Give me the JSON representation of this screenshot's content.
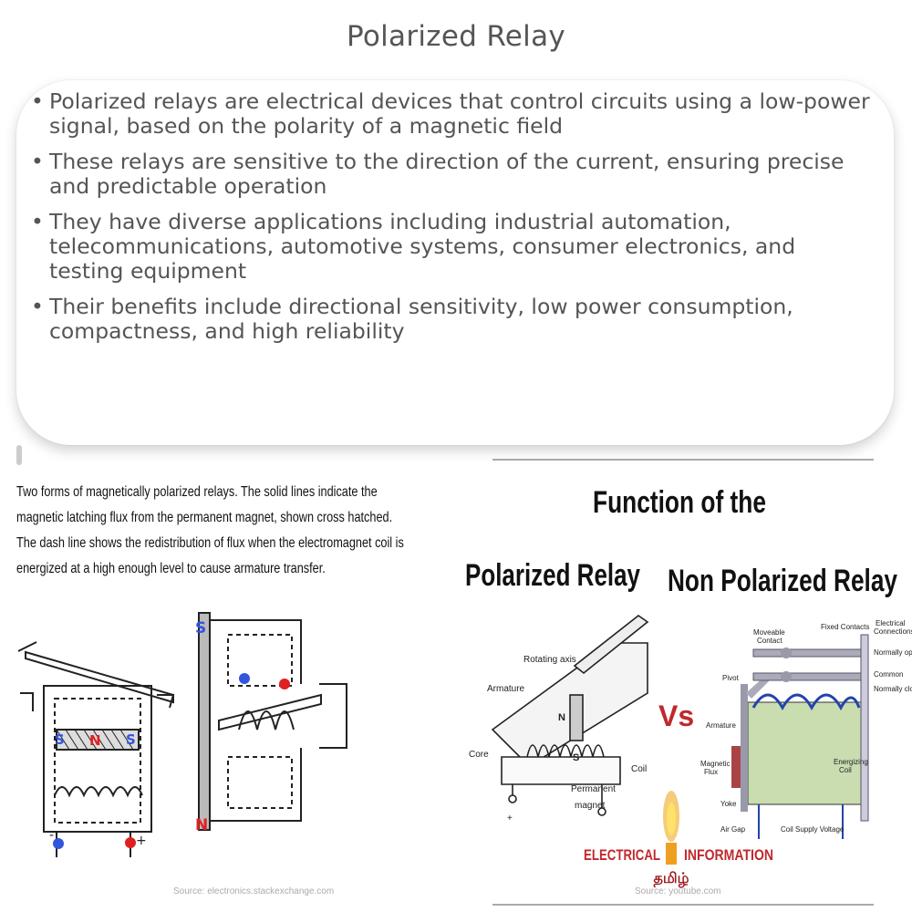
{
  "page": {
    "title": "Polarized Relay"
  },
  "bullets": [
    "Polarized relays are electrical devices that control circuits using a low-power signal, based on the polarity of a magnetic field",
    "These relays are sensitive to the direction of the current, ensuring precise and predictable operation",
    "They have diverse applications including industrial automation, telecommunications, automotive systems, consumer electronics, and testing equipment",
    "Their benefits include directional sensitivity, low power consumption, compactness, and high reliability"
  ],
  "left_figure": {
    "caption": [
      "Two forms of magnetically polarized relays.  The solid lines indicate the",
      "magnetic latching flux from the permanent magnet, shown cross hatched.",
      "The dash line shows the redistribution of flux when the electromagnet coil is",
      "energized at a high enough level to cause armature transfer."
    ],
    "labels": {
      "s_left": "S",
      "n_mid": "N",
      "s_right": "S",
      "s_top": "S",
      "n_bottom": "N",
      "minus": "-",
      "plus": "+"
    },
    "source": "Source: electronics.stackexchange.com"
  },
  "right_figure": {
    "heading": "Function of the",
    "polarized": "Polarized Relay",
    "non_polarized": "Non Polarized Relay",
    "vs": "Vs",
    "labels_left": {
      "rotating_axis": "Rotating axis",
      "armature": "Armature",
      "core": "Core",
      "coil": "Coil",
      "permanent": "Permanent",
      "magnet": "magnet",
      "n": "N",
      "s": "S",
      "plus": "+"
    },
    "labels_right": {
      "moveable": "Moveable",
      "contact": "Contact",
      "fixed_contacts": "Fixed Contacts",
      "electrical": "Electrical",
      "connections": "Connections",
      "normally_open": "Normally open",
      "common": "Common",
      "normally_closed": "Normally closed",
      "pivot": "Pivot",
      "armature": "Armature",
      "magnetic": "Magnetic",
      "flux": "Flux",
      "yoke": "Yoke",
      "air_gap": "Air Gap",
      "coil_supply": "Coil Supply Voltage",
      "energizing": "Energizing",
      "coil": "Coil"
    },
    "brand_left": "ELECTRICAL",
    "brand_right": "INFORMATION",
    "brand_tamil": "தமிழ்",
    "source": "Source: youtube.com"
  },
  "colors": {
    "accent_blue": "#3355dd",
    "accent_red": "#e02020",
    "brand_red": "#c0282c",
    "coil_green": "#c9ddb0"
  }
}
